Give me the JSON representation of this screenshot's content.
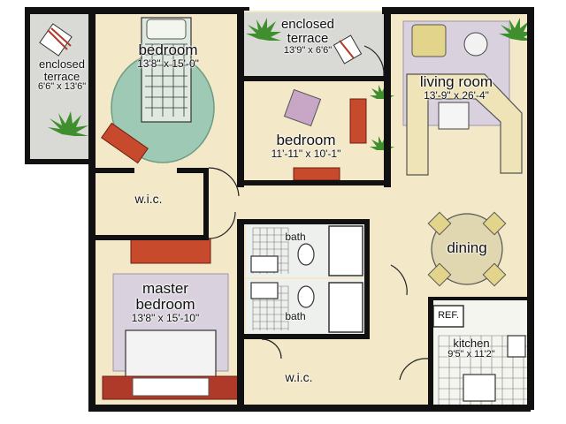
{
  "colors": {
    "wall": "#111111",
    "floor": "#f3e8c8",
    "terrace_floor": "#d9d9d6",
    "rug_green": "#9ec9b4",
    "rug_grey": "#d9d2de",
    "furniture_red": "#c84a2c",
    "sofa": "#efe4b8",
    "chair_yellow": "#e3d48c",
    "plant": "#3f8f2f"
  },
  "rooms": {
    "terrace_left": {
      "name": "enclosed\nterrace",
      "dims": "6'6\" x 13'6\""
    },
    "bedroom_top": {
      "name": "bedroom",
      "dims": "13'8\" x 15'-0\""
    },
    "terrace_top": {
      "name": "enclosed\nterrace",
      "dims": "13'9\" x 6'6\""
    },
    "living_room": {
      "name": "living room",
      "dims": "13'-9\" x 26'-4\""
    },
    "bedroom_mid": {
      "name": "bedroom",
      "dims": "11'-11\" x 10'-1\""
    },
    "wic_top": {
      "name": "w.i.c."
    },
    "bath_top": {
      "name": "bath"
    },
    "dining": {
      "name": "dining"
    },
    "master_bedroom": {
      "name": "master\nbedroom",
      "dims": "13'8\" x 15'-10\""
    },
    "bath_bottom": {
      "name": "bath"
    },
    "ref": {
      "name": "REF."
    },
    "kitchen": {
      "name": "kitchen",
      "dims": "9'5\" x 11'2\""
    },
    "wic_bottom": {
      "name": "w.i.c."
    }
  }
}
